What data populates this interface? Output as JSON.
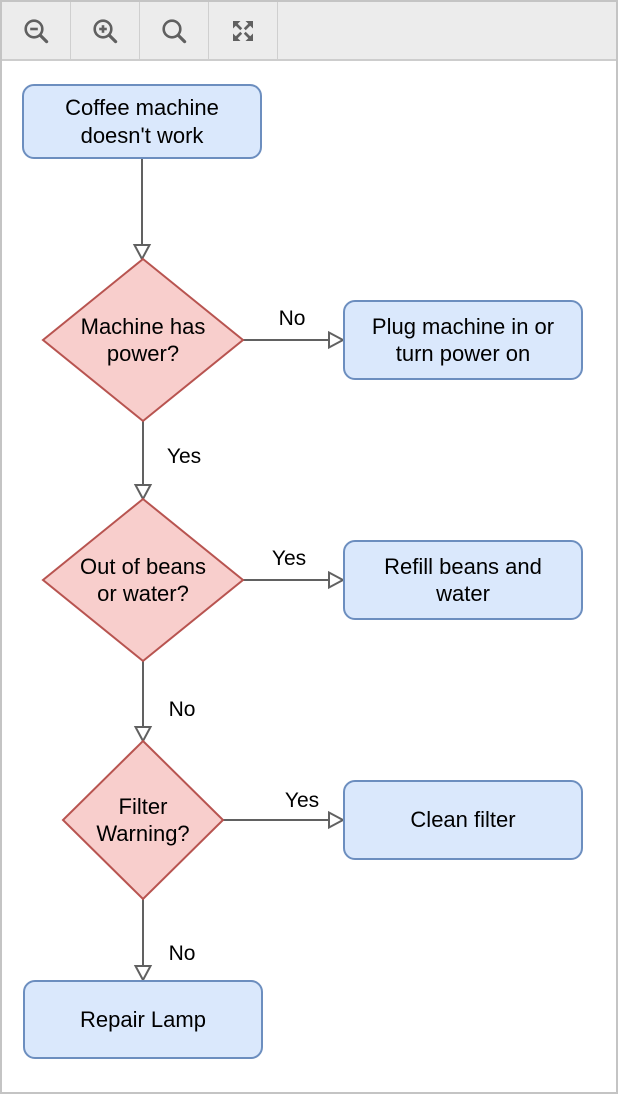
{
  "toolbar": {
    "buttons": [
      {
        "name": "zoom-out",
        "icon": "zoom-out-icon"
      },
      {
        "name": "zoom-in",
        "icon": "zoom-in-icon"
      },
      {
        "name": "zoom-reset",
        "icon": "magnifier-icon"
      },
      {
        "name": "fit-page",
        "icon": "fit-page-icon"
      }
    ]
  },
  "colors": {
    "process_fill": "#dae8fc",
    "process_stroke": "#6c8ebf",
    "decision_fill": "#f8cecc",
    "decision_stroke": "#b85450",
    "edge_stroke": "#616161",
    "toolbar_bg": "#ececec",
    "toolbar_border": "#cdcdcd",
    "icon_color": "#606060"
  },
  "diagram": {
    "type": "flowchart",
    "nodes": [
      {
        "id": "start",
        "shape": "rounded-rectangle",
        "label": "Coffee machine doesn't work"
      },
      {
        "id": "machine-has-power",
        "shape": "diamond",
        "label": "Machine has power?"
      },
      {
        "id": "plug-in",
        "shape": "rounded-rectangle",
        "label": "Plug machine in or turn power on"
      },
      {
        "id": "out-of-beans",
        "shape": "diamond",
        "label": "Out of beans or water?"
      },
      {
        "id": "refill",
        "shape": "rounded-rectangle",
        "label": "Refill beans and water"
      },
      {
        "id": "filter-warning",
        "shape": "diamond",
        "label": "Filter Warning?"
      },
      {
        "id": "clean-filter",
        "shape": "rounded-rectangle",
        "label": "Clean filter"
      },
      {
        "id": "repair-lamp",
        "shape": "rounded-rectangle",
        "label": "Repair Lamp"
      }
    ],
    "edges": [
      {
        "from": "start",
        "to": "machine-has-power",
        "label": ""
      },
      {
        "from": "machine-has-power",
        "to": "plug-in",
        "label": "No"
      },
      {
        "from": "machine-has-power",
        "to": "out-of-beans",
        "label": "Yes"
      },
      {
        "from": "out-of-beans",
        "to": "refill",
        "label": "Yes"
      },
      {
        "from": "out-of-beans",
        "to": "filter-warning",
        "label": "No"
      },
      {
        "from": "filter-warning",
        "to": "clean-filter",
        "label": "Yes"
      },
      {
        "from": "filter-warning",
        "to": "repair-lamp",
        "label": "No"
      }
    ]
  }
}
